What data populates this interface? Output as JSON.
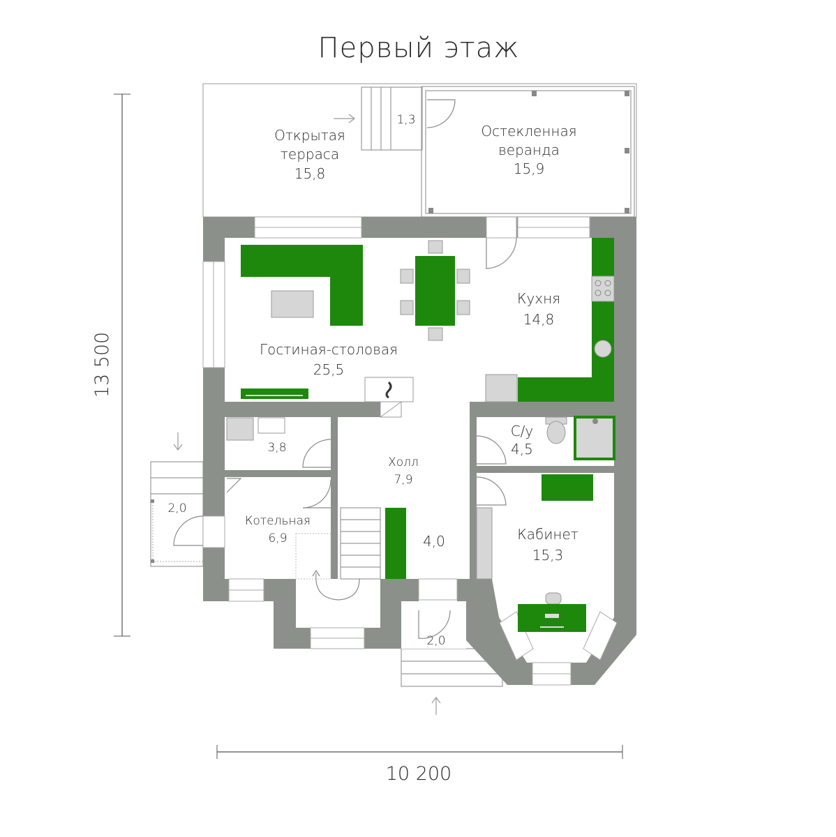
{
  "title": "Первый этаж",
  "dimensions": {
    "height": "13 500",
    "width": "10 200"
  },
  "rooms": {
    "terrace": {
      "name_line1": "Открытая",
      "name_line2": "терраса",
      "area": "15,8"
    },
    "steps_top": {
      "area": "1,3"
    },
    "veranda": {
      "name_line1": "Остекленная",
      "name_line2": "веранда",
      "area": "15,9"
    },
    "living": {
      "name": "Гостиная-столовая",
      "area": "25,5"
    },
    "kitchen": {
      "name": "Кухня",
      "area": "14,8"
    },
    "laundry": {
      "area": "3,8"
    },
    "hall": {
      "name": "Холл",
      "area": "7,9"
    },
    "wc": {
      "name": "С/у",
      "area": "4,5"
    },
    "boiler": {
      "name": "Котельная",
      "area": "6,9"
    },
    "corridor": {
      "area": "4,0"
    },
    "study": {
      "name": "Кабинет",
      "area": "15,3"
    },
    "side_porch": {
      "area": "2,0"
    },
    "entrance_porch": {
      "area": "2,0"
    }
  },
  "colors": {
    "wall": "#8b908b",
    "furniture_green": "#1e880d",
    "furniture_gray": "#d6d6d6"
  }
}
